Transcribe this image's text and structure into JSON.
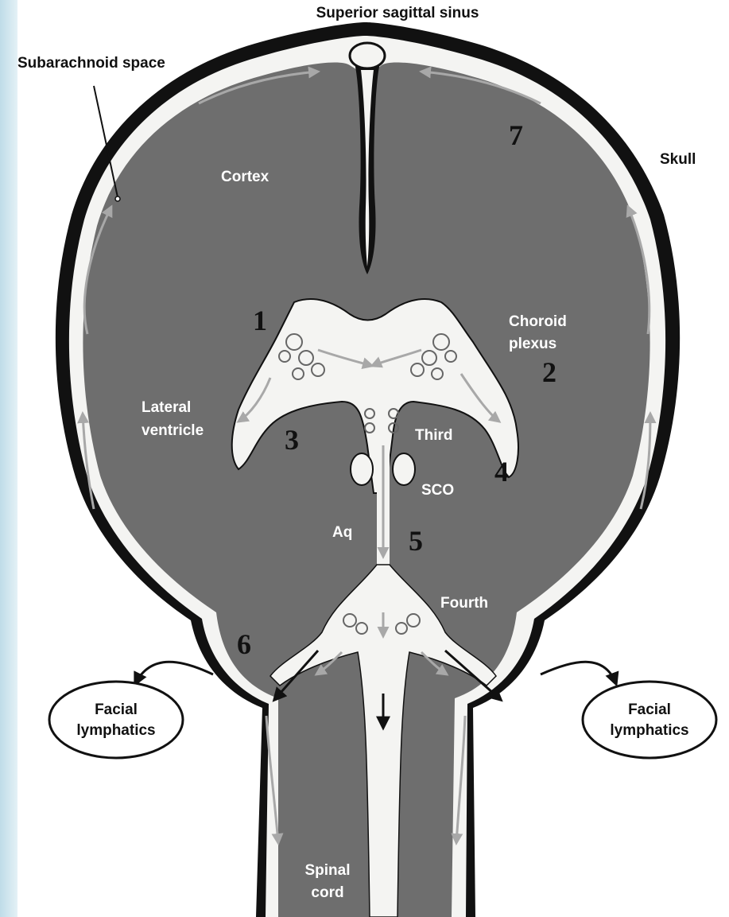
{
  "diagram": {
    "labels": {
      "superior_sagittal_sinus": "Superior sagittal sinus",
      "subarachnoid_space": "Subarachnoid space",
      "skull": "Skull",
      "cortex": "Cortex",
      "choroid_plexus_line1": "Choroid",
      "choroid_plexus_line2": "plexus",
      "lateral_ventricle_line1": "Lateral",
      "lateral_ventricle_line2": "ventricle",
      "third": "Third",
      "sco": "SCO",
      "aq": "Aq",
      "fourth": "Fourth",
      "facial_lymphatics_left_line1": "Facial",
      "facial_lymphatics_left_line2": "lymphatics",
      "facial_lymphatics_right_line1": "Facial",
      "facial_lymphatics_right_line2": "lymphatics",
      "spinal_cord_line1": "Spinal",
      "spinal_cord_line2": "cord"
    },
    "numbers": [
      "1",
      "2",
      "3",
      "4",
      "5",
      "6",
      "7"
    ],
    "colors": {
      "brain_tissue": "#6e6e6e",
      "csf": "#f4f4f2",
      "skull": "#111111",
      "flow_arrow": "#a8a8a8",
      "background_left": "#cfe6ef"
    }
  }
}
